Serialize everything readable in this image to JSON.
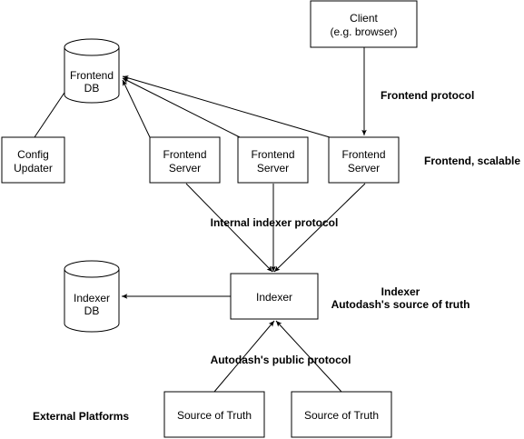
{
  "nodes": {
    "client": {
      "line1": "Client",
      "line2": "(e.g. browser)"
    },
    "frontend_db": {
      "line1": "Frontend",
      "line2": "DB"
    },
    "config_updater": {
      "line1": "Config",
      "line2": "Updater"
    },
    "frontend_server_1": {
      "line1": "Frontend",
      "line2": "Server"
    },
    "frontend_server_2": {
      "line1": "Frontend",
      "line2": "Server"
    },
    "frontend_server_3": {
      "line1": "Frontend",
      "line2": "Server"
    },
    "indexer": {
      "line1": "Indexer"
    },
    "indexer_db": {
      "line1": "Indexer",
      "line2": "DB"
    },
    "source_of_truth_1": {
      "line1": "Source of Truth"
    },
    "source_of_truth_2": {
      "line1": "Source of Truth"
    }
  },
  "labels": {
    "frontend_protocol": "Frontend protocol",
    "frontend_scalable": "Frontend, scalable",
    "internal_indexer_protocol": "Internal indexer protocol",
    "indexer_title": "Indexer",
    "indexer_subtitle": "Autodash's source of truth",
    "public_protocol": "Autodash's public protocol",
    "external_platforms": "External Platforms"
  },
  "colors": {
    "stroke": "#000000",
    "fill": "#ffffff",
    "text": "#000000"
  }
}
